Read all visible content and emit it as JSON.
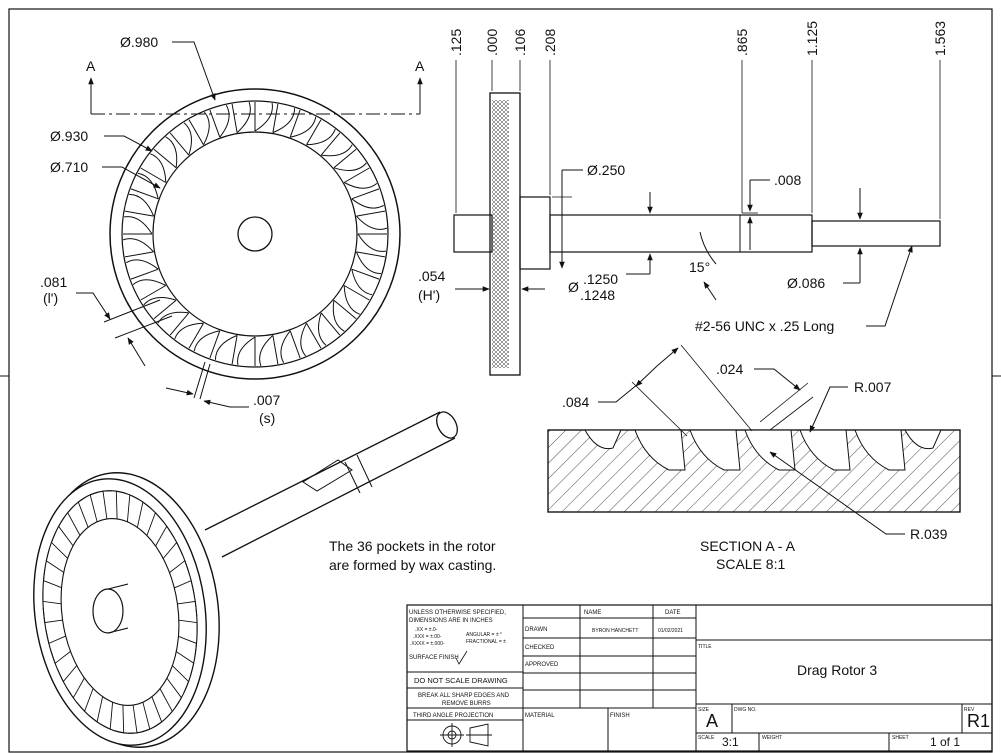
{
  "section_labels": {
    "a_left": "A",
    "a_right": "A"
  },
  "front_view": {
    "d_outer": "Ø.980",
    "d_mid": "Ø.930",
    "d_pocket": "Ø.710",
    "pocket_depth": ".081",
    "pocket_depth_sym": "(l')",
    "gap": ".007",
    "gap_sym": "(s)"
  },
  "side_view": {
    "stations": [
      ".125",
      ".000",
      ".106",
      ".208",
      ".865",
      "1.125",
      "1.563"
    ],
    "shaft_dia": "Ø.250",
    "hub_width": ".054",
    "hub_width_sym": "(H')",
    "bore_upper": ".1250",
    "bore_lower": ".1248",
    "bore_prefix": "Ø",
    "groove": ".008",
    "angle": "15°",
    "tip_dia": "Ø.086",
    "thread": "#2-56 UNC x .25 Long"
  },
  "section_view": {
    "pitch": ".084",
    "land": ".024",
    "r_small": "R.007",
    "r_large": "R.039",
    "title": "SECTION A - A",
    "scale": "SCALE 8:1"
  },
  "note": {
    "line1": "The 36 pockets in the rotor",
    "line2": "are formed by wax casting."
  },
  "title_block": {
    "spec_lines": [
      "UNLESS OTHERWISE SPECIFIED,",
      "DIMENSIONS ARE IN INCHES",
      ".XX = ±.0-",
      ".XXX = ±.00-",
      ".XXXX = ±.000-"
    ],
    "angular": "ANGULAR = ± °",
    "fractional": "FRACTIONAL = ±",
    "surface_finish": "SURFACE FINISH",
    "do_not_scale": "DO NOT SCALE DRAWING",
    "break_edges_1": "BREAK ALL SHARP EDGES AND",
    "break_edges_2": "REMOVE BURRS",
    "projection": "THIRD ANGLE PROJECTION",
    "name_header": "NAME",
    "date_header": "DATE",
    "drawn": "DRAWN",
    "drawn_by": "BYRON HANCHETT",
    "drawn_date": "01/02/2021",
    "checked": "CHECKED",
    "approved": "APPROVED",
    "material": "MATERIAL",
    "finish": "FINISH",
    "title_label": "TITLE",
    "title": "Drag Rotor 3",
    "size_label": "SIZE",
    "size": "A",
    "dwg_label": "DWG NO.",
    "rev_label": "REV",
    "rev": "R1",
    "scale_label": "SCALE",
    "scale": "3:1",
    "weight_label": "WEIGHT",
    "sheet_label": "SHEET",
    "sheet": "1 of 1"
  }
}
